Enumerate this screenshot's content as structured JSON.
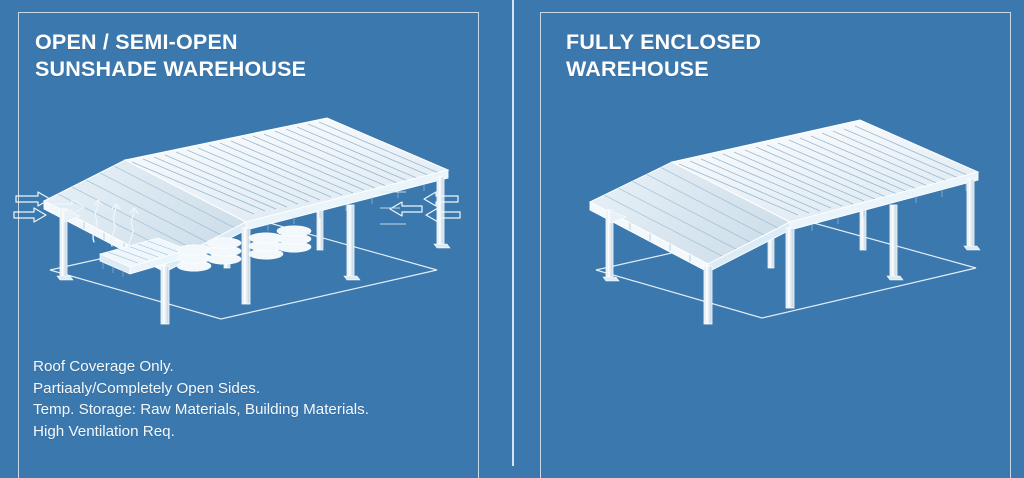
{
  "background_color": "#3b78ae",
  "line_color": "#ffffff",
  "text_color": "#ffffff",
  "panels": {
    "left": {
      "title": "OPEN / SEMI-OPEN\nSUNSHADE WAREHOUSE",
      "caption": "Roof Coverage Only.\nPartiaaly/Completely Open Sides.\nTemp. Storage: Raw Materials, Building Materials.\nHigh Ventilation Req.",
      "illustration_name": "open-sunshade-warehouse-isometric",
      "illustration_features": {
        "roof": "corrugated-metal-roof",
        "columns": 6,
        "airflow_left": "3 inward arrows",
        "airflow_right": "3 inward arrows",
        "rising_air": "3 wavy vertical arrows",
        "stored_goods": [
          "lumber-stack",
          "sack-stack",
          "sack-stack"
        ]
      }
    },
    "right": {
      "title": "FULLY ENCLOSED\nWAREHOUSE",
      "caption": "",
      "illustration_name": "fully-enclosed-warehouse-isometric",
      "illustration_features": {
        "roof": "corrugated-metal-roof",
        "columns": 6,
        "airflow_left": "none",
        "airflow_right": "none",
        "rising_air": "none",
        "stored_goods": []
      }
    }
  }
}
